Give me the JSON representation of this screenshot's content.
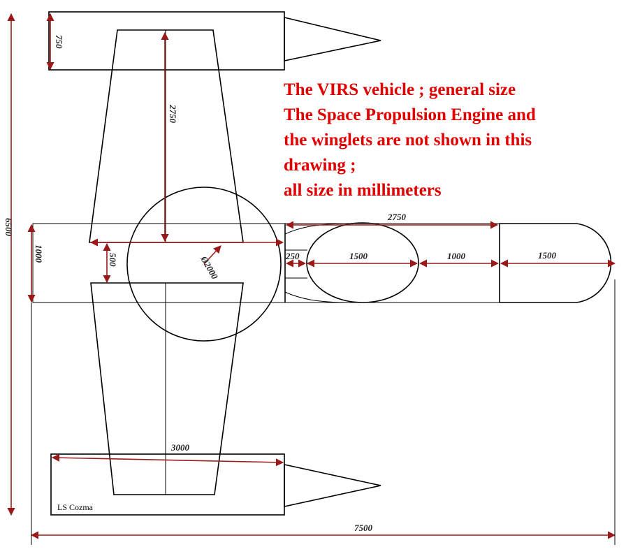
{
  "note": {
    "lines": [
      "The VIRS vehicle ; general size",
      "The Space Propulsion Engine and",
      "the winglets are not shown in this",
      "drawing ;",
      "all size in millimeters"
    ],
    "color": "#e00000"
  },
  "author": "LS Cozma",
  "dimensions": {
    "pod_width": "750",
    "wing_span": "2750",
    "fuselage_height": "1000",
    "wing_root": "500",
    "body_diameter": "Ø2000",
    "total_height": "6500",
    "nose_length": "2750",
    "spacer": "250",
    "tank_1": "1500",
    "gap": "1000",
    "tank_2": "1500",
    "pod_length": "3000",
    "total_length": "7500"
  },
  "colors": {
    "dimension_lines": "#9a1a1a",
    "outline": "#000000"
  }
}
